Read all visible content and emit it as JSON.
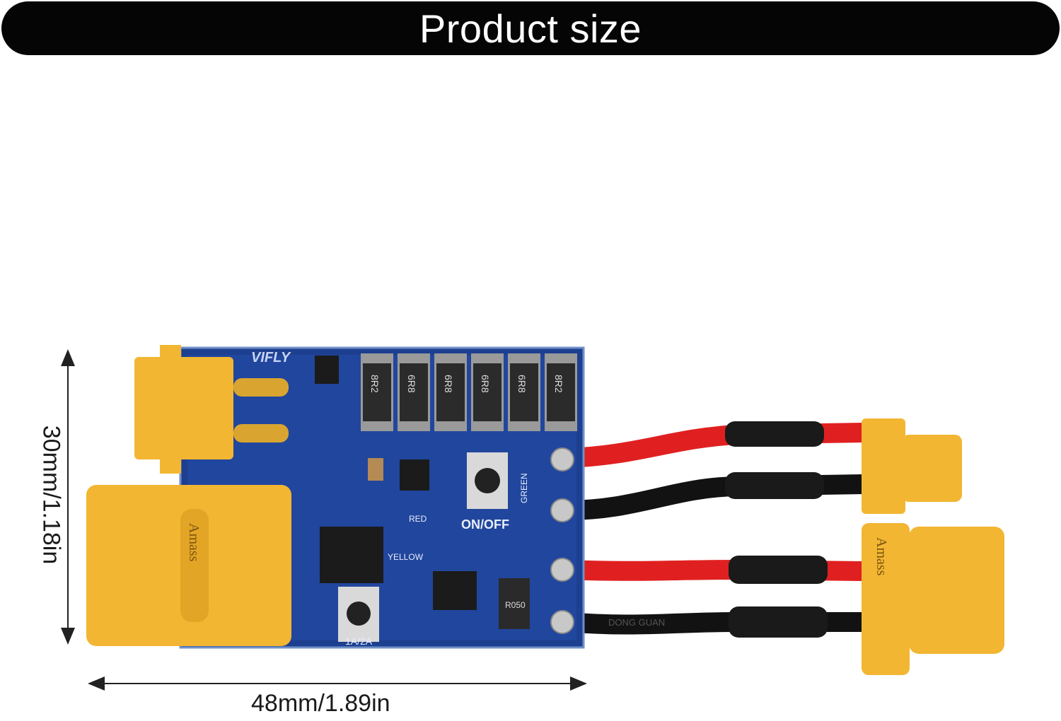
{
  "header": {
    "title": "Product size"
  },
  "dimensions": {
    "width_label": "48mm/1.89in",
    "height_label": "30mm/1.18in"
  },
  "board": {
    "brand": "VIFLY",
    "resistor_labels": [
      "8R2",
      "6R8",
      "6R8",
      "6R8",
      "6R8",
      "8R2"
    ],
    "button_label": "ON/OFF",
    "led_labels": [
      "RED",
      "YELLOW",
      "GREEN"
    ],
    "mode_label": "1A/2A",
    "shunt_label": "R050"
  },
  "connectors": {
    "brand_mark": "Amass",
    "wire_print": "DONG GUAN"
  },
  "colors": {
    "pcb": "#1d3f8f",
    "connector": "#f2b632",
    "wire_red": "#e02020",
    "wire_black": "#121212",
    "title_bar": "#050505"
  }
}
